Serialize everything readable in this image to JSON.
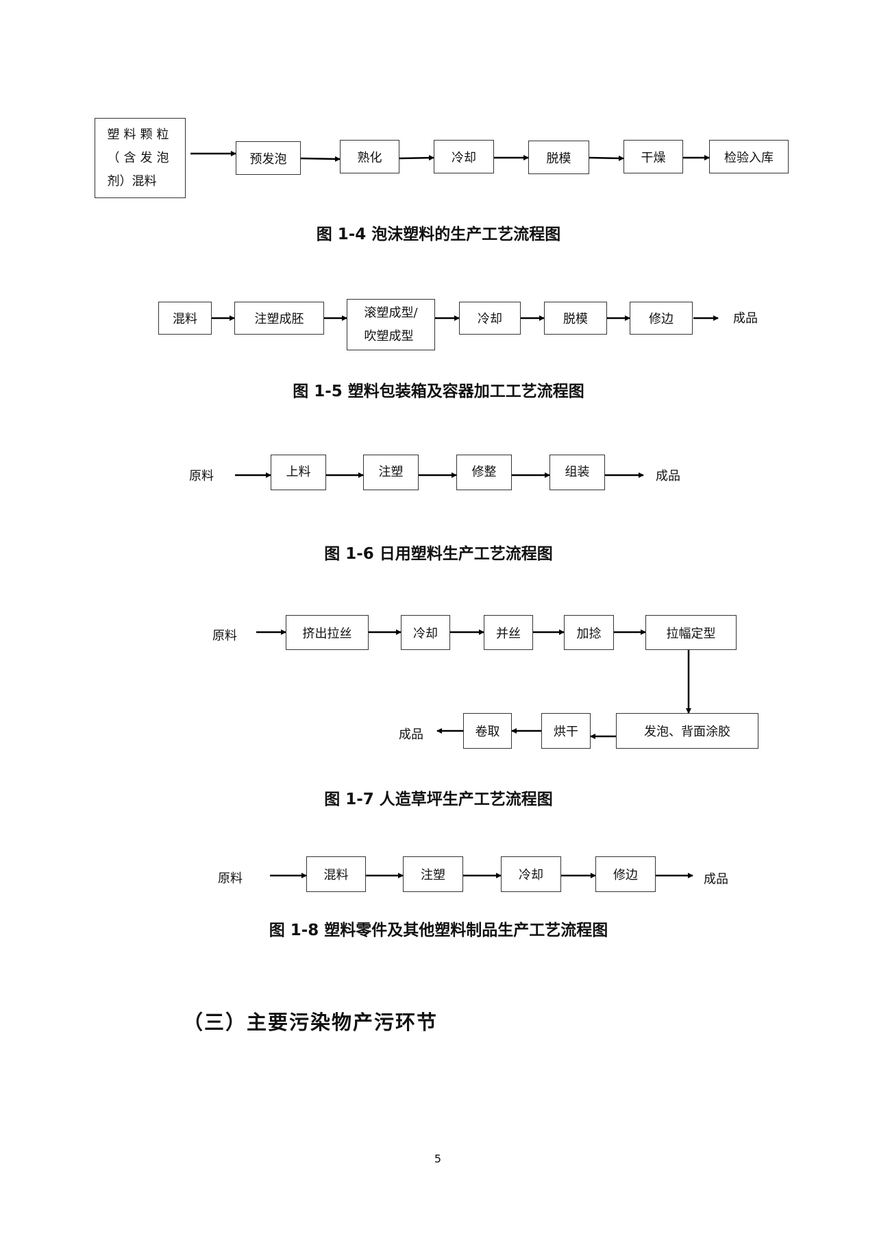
{
  "fig4": {
    "steps": [
      "塑料颗粒（含发泡剂）混料",
      "预发泡",
      "熟化",
      "冷却",
      "脱模",
      "干燥",
      "检验入库"
    ],
    "first_lines": [
      "塑料颗粒",
      "（含发泡",
      "剂）混料"
    ],
    "caption": "图 1-4  泡沫塑料的生产工艺流程图"
  },
  "fig5": {
    "steps": [
      "混料",
      "注塑成胚",
      "滚塑成型/吹塑成型",
      "冷却",
      "脱模",
      "修边"
    ],
    "third_lines": [
      "滚塑成型/",
      "吹塑成型"
    ],
    "output": "成品",
    "caption": "图 1-5  塑料包装箱及容器加工工艺流程图"
  },
  "fig6": {
    "input": "原料",
    "steps": [
      "上料",
      "注塑",
      "修整",
      "组装"
    ],
    "output": "成品",
    "caption": "图 1-6  日用塑料生产工艺流程图"
  },
  "fig7": {
    "input": "原料",
    "row1": [
      "挤出拉丝",
      "冷却",
      "并丝",
      "加捻",
      "拉幅定型"
    ],
    "row2": [
      "发泡、背面涂胶",
      "烘干",
      "卷取"
    ],
    "output": "成品",
    "caption": "图 1-7  人造草坪生产工艺流程图"
  },
  "fig8": {
    "input": "原料",
    "steps": [
      "混料",
      "注塑",
      "冷却",
      "修边"
    ],
    "output": "成品",
    "caption": "图 1-8  塑料零件及其他塑料制品生产工艺流程图"
  },
  "section_heading": "（三）主要污染物产污环节",
  "page_number": "5"
}
